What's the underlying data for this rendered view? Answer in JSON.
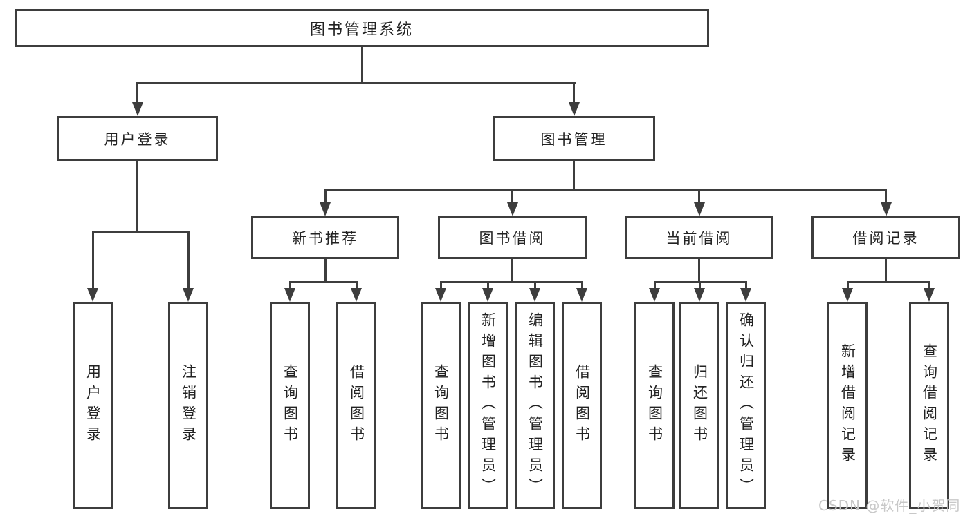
{
  "diagram": {
    "root": {
      "label": "图书管理系统"
    },
    "branches": [
      {
        "label": "用户登录",
        "children": [
          "用户登录",
          "注销登录"
        ]
      },
      {
        "label": "图书管理",
        "children": [
          {
            "label": "新书推荐",
            "children": [
              "查询图书",
              "借阅图书"
            ]
          },
          {
            "label": "图书借阅",
            "children": [
              "查询图书",
              "新增图书（管理员）",
              "编辑图书（管理员）",
              "借阅图书"
            ]
          },
          {
            "label": "当前借阅",
            "children": [
              "查询图书",
              "归还图书",
              "确认归还（管理员）"
            ]
          },
          {
            "label": "借阅记录",
            "children": [
              "新增借阅记录",
              "查询借阅记录"
            ]
          }
        ]
      }
    ]
  },
  "watermark": {
    "text": "CSDN @软件_小贺同学"
  },
  "colors": {
    "line": "#3d3d3d",
    "text": "#222222",
    "box_bg": "#ffffff",
    "watermark": "#c8c8c8"
  }
}
